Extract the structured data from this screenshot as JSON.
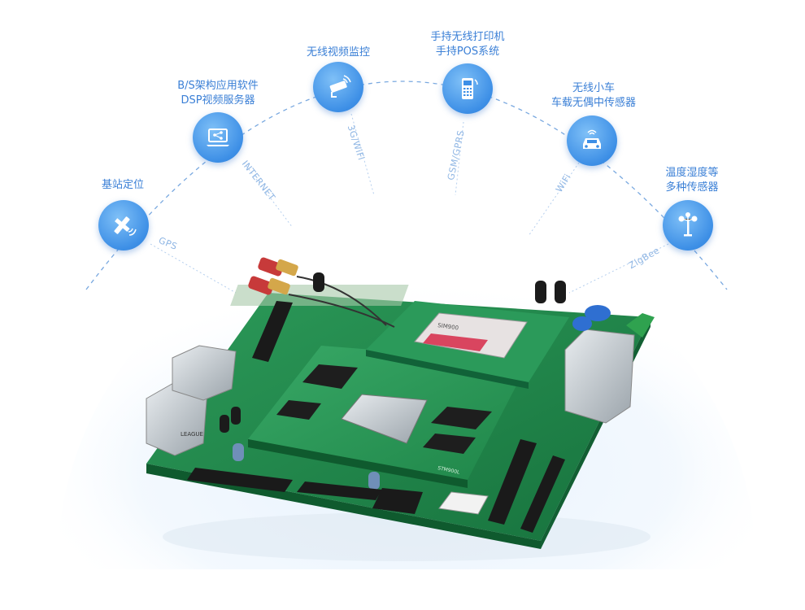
{
  "nodes": [
    {
      "id": "base-station",
      "lines": [
        "基站定位"
      ],
      "icon": "satellite-icon"
    },
    {
      "id": "bs-app",
      "lines": [
        "B/S架构应用软件",
        "DSP视频服务器"
      ],
      "icon": "laptop-network-icon"
    },
    {
      "id": "video-monitor",
      "lines": [
        "无线视频监控"
      ],
      "icon": "cctv-camera-icon"
    },
    {
      "id": "printer-pos",
      "lines": [
        "手持无线打印机",
        "手持POS系统"
      ],
      "icon": "pos-terminal-icon"
    },
    {
      "id": "car",
      "lines": [
        "无线小车",
        "车载无偶中传感器"
      ],
      "icon": "car-icon"
    },
    {
      "id": "sensor",
      "lines": [
        "温度湿度等",
        "多种传感器"
      ],
      "icon": "anemometer-icon"
    }
  ],
  "connections": [
    "GPS",
    "INTERNET",
    "3G/WiFi",
    "GSM/GPRS",
    "WiFi",
    "ZigBee"
  ],
  "board": {
    "chips": [
      "STM900L",
      "LEAGUE"
    ],
    "module_text": "SIM900"
  },
  "colors": {
    "accent": "#3d8fe6",
    "label": "#3a7fd6",
    "pcb": "#1f8a4c",
    "dash": "#7aa9e0"
  }
}
